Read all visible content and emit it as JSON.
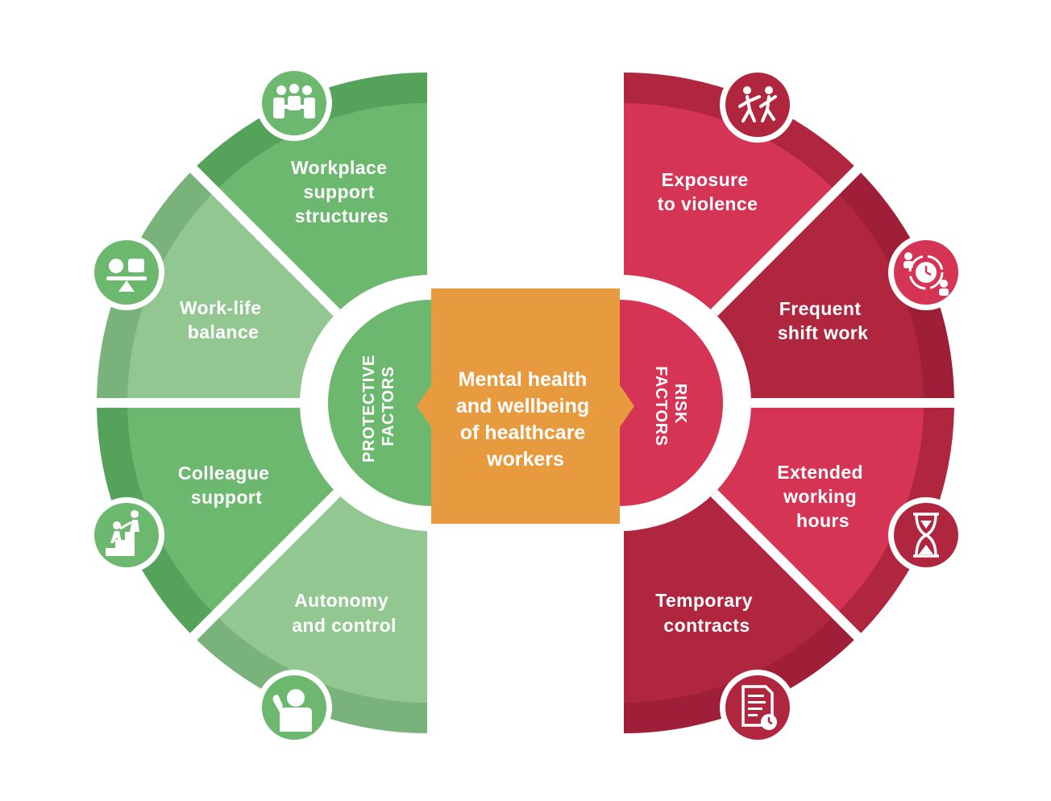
{
  "center": {
    "lines": [
      "Mental health",
      "and wellbeing",
      "of healthcare",
      "workers"
    ]
  },
  "protective": {
    "label_lines": [
      "PROTECTIVE",
      "FACTORS"
    ],
    "segments": [
      {
        "lines": [
          "Workplace",
          "support",
          "structures"
        ],
        "icon": "team-meeting-icon"
      },
      {
        "lines": [
          "Work-life",
          "balance"
        ],
        "icon": "balance-scale-icon"
      },
      {
        "lines": [
          "Colleague",
          "support"
        ],
        "icon": "helping-climb-icon"
      },
      {
        "lines": [
          "Autonomy",
          "and control"
        ],
        "icon": "strong-person-icon"
      }
    ]
  },
  "risk": {
    "label_lines": [
      "RISK",
      "FACTORS"
    ],
    "segments": [
      {
        "lines": [
          "Exposure",
          "to violence"
        ],
        "icon": "fighting-people-icon"
      },
      {
        "lines": [
          "Frequent",
          "shift work"
        ],
        "icon": "shift-clock-icon"
      },
      {
        "lines": [
          "Extended",
          "working",
          "hours"
        ],
        "icon": "hourglass-icon"
      },
      {
        "lines": [
          "Temporary",
          "contracts"
        ],
        "icon": "contract-document-icon"
      }
    ]
  },
  "colors": {
    "green_light": "#93c791",
    "green_mid": "#6cb86e",
    "green_dark": "#55a35a",
    "red_bright": "#d63454",
    "red_dark": "#b0263f",
    "red_darker": "#9e1f37",
    "orange": "#e89a3e",
    "white": "#ffffff"
  }
}
